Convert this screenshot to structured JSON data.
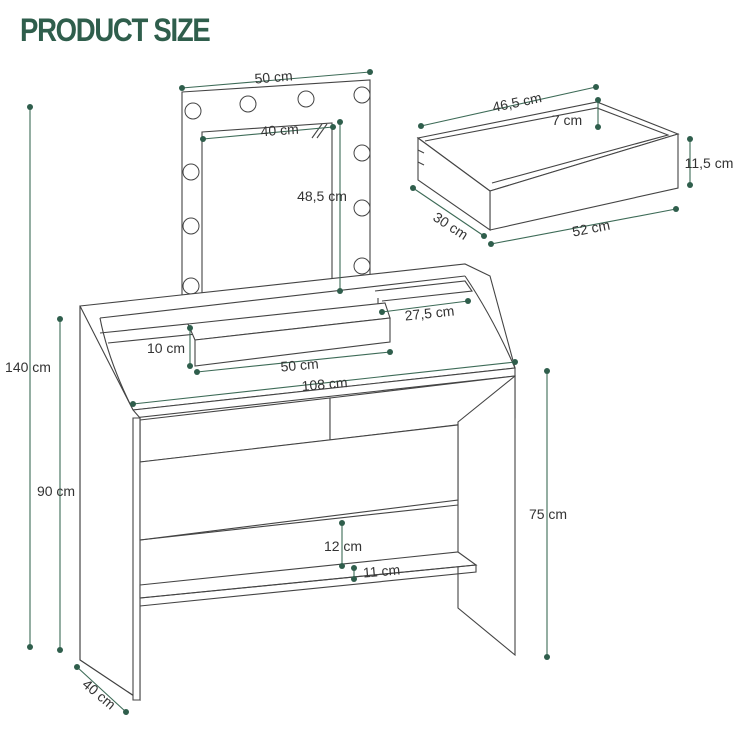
{
  "title": "PRODUCT SIZE",
  "accent_color": "#2f5e4c",
  "mirror": {
    "outer_width": "50 cm",
    "glass_width": "40 cm",
    "glass_height": "48,5 cm"
  },
  "drawer": {
    "inner_width": "46,5 cm",
    "inner_height": "7 cm",
    "outer_height": "11,5 cm",
    "depth": "30 cm",
    "outer_width": "52 cm"
  },
  "table": {
    "total_height": "140 cm",
    "tabletop_height": "90 cm",
    "shelf_depth": "27,5 cm",
    "riser_height": "10 cm",
    "riser_width": "50 cm",
    "width": "108 cm",
    "leg_height": "75 cm",
    "bottom_shelf_gap": "12 cm",
    "bottom_shelf_height": "11 cm",
    "depth": "40 cm"
  }
}
